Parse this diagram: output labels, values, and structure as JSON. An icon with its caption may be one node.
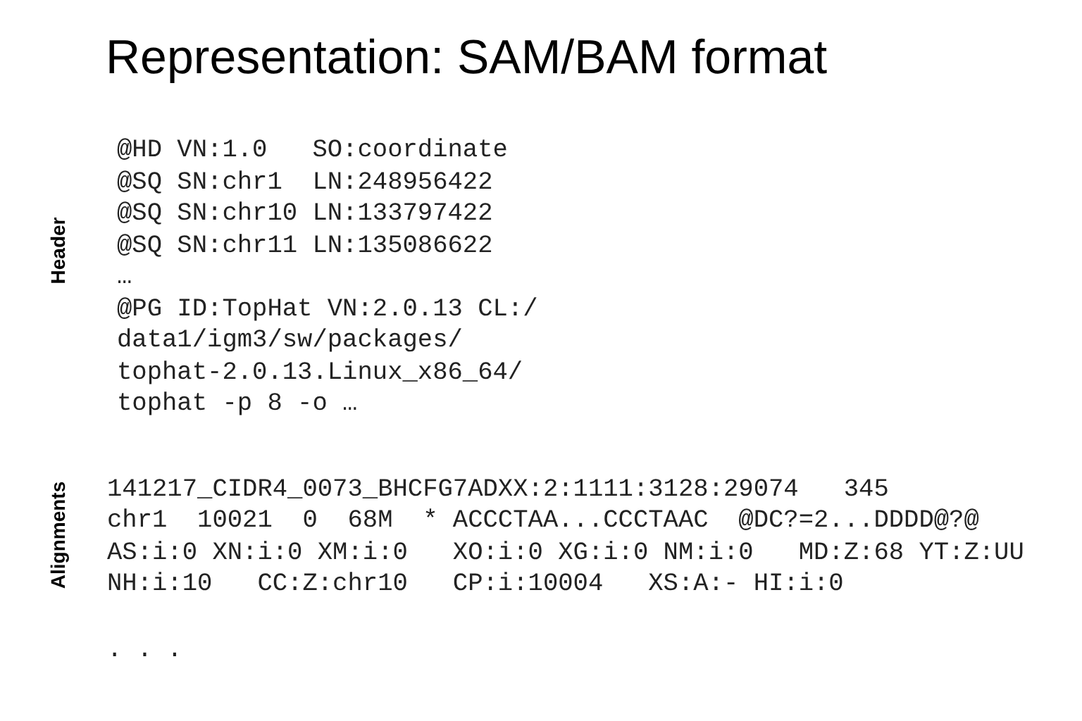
{
  "diagram": {
    "title": "Representation: SAM/BAM format",
    "labels": [
      "@HD VN:1.0   SO:coordinate",
      "@SQ SN:chr1  LN:248956422",
      "@SQ SN:chr10 LN:133797422",
      "@SQ SN:chr11 LN:135086622",
      "…",
      "@PG ID:TopHat VN:2.0.13 CL:/",
      "data1/igm3/sw/packages/",
      "tophat-2.0.13.Linux_x86_64/",
      "tophat -p 8 -o …",
      "Header",
      "141217_CIDR4_0073_BHCFG7ADXX:2:1111:3128:29074   345",
      "chr1  10021  0  68M  * ACCCTAA...CCCTAAC  @DC?=2...DDDD@?@",
      "AS:i:0 XN:i:0 XM:i:0   XO:i:0 XG:i:0 NM:i:0   MD:Z:68 YT:Z:UU",
      "NH:i:10   CC:Z:chr10   CP:i:10004   XS:A:- HI:i:0",
      ". . .",
      "Alignments"
    ]
  }
}
